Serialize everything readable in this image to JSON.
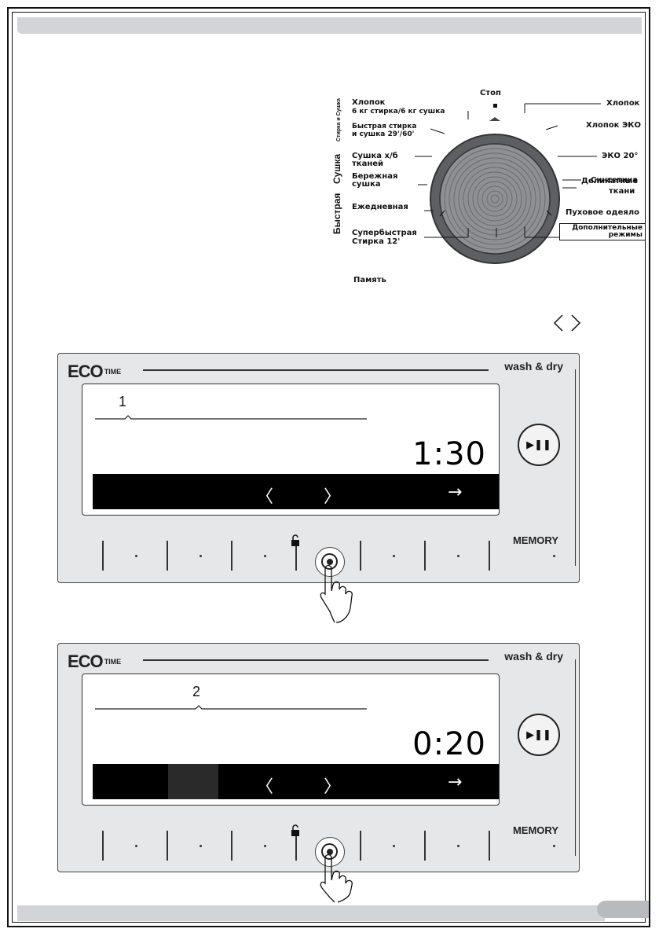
{
  "dial": {
    "stop": "Стоп",
    "left_group_wash_dry": "Стирка и Сушка",
    "left_group_dry": "Сушка",
    "left_group_quick": "Быстрая",
    "left_items": [
      {
        "l1": "Хлопок",
        "l2": "6 кг стирка/6 кг сушка"
      },
      {
        "l1": "Быстрая стирка",
        "l2": "и сушка 29'/60'"
      },
      {
        "l1": "Сушка х/б",
        "l2": "тканей"
      },
      {
        "l1": "Бережная",
        "l2": "сушка"
      },
      {
        "l1": "Ежедневная",
        "l2": ""
      },
      {
        "l1": "Супербыстрая",
        "l2": "Стирка 12'"
      },
      {
        "l1": "Память",
        "l2": ""
      }
    ],
    "right_items": [
      "Хлопок",
      "Хлопок ЭКО",
      "ЭКО 20°",
      "Синтетика",
      "Деликатные",
      "ткани",
      "Пуховое одеяло"
    ],
    "extra_l1": "Дополнительные",
    "extra_l2": "режимы"
  },
  "nav_glyph": "‹ ›",
  "panels": [
    {
      "brand_eco": "ECO",
      "brand_time": "TIME",
      "wash_dry": "wash & dry",
      "step_number": "1",
      "time": "1:30",
      "play_label": "▶❚❚",
      "memory_label": "MEMORY",
      "bar_prev": "〈",
      "bar_next": "〉",
      "bar_arrow": "→"
    },
    {
      "brand_eco": "ECO",
      "brand_time": "TIME",
      "wash_dry": "wash & dry",
      "step_number": "2",
      "time": "0:20",
      "play_label": "▶❚❚",
      "memory_label": "MEMORY",
      "bar_prev": "〈",
      "bar_next": "〉",
      "bar_arrow": "→"
    }
  ]
}
